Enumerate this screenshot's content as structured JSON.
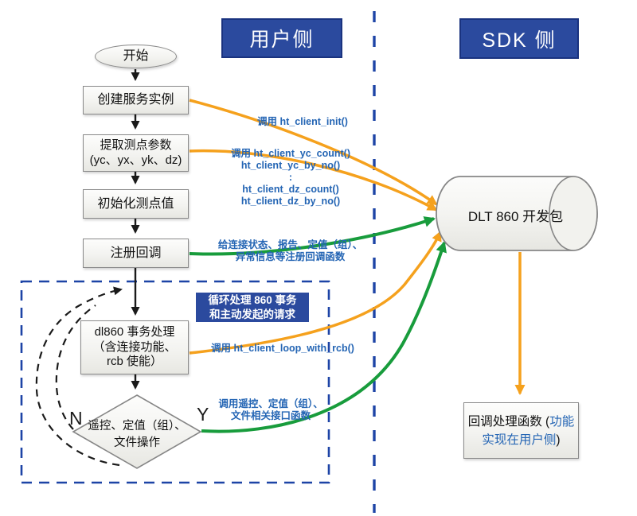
{
  "headers": {
    "user_side": "用户侧",
    "sdk_side": "SDK 侧"
  },
  "flow": {
    "start": "开始",
    "step1": "创建服务实例",
    "step2_line1": "提取测点参数",
    "step2_line2": "(yc、yx、yk、dz)",
    "step3": "初始化测点值",
    "step4": "注册回调",
    "step5_line1": "dl860 事务处理",
    "step5_line2": "（含连接功能、",
    "step5_line3": "rcb 使能）",
    "decision_line1": "遥控、定值（组）、",
    "decision_line2": "文件操作",
    "decision_no": "N",
    "decision_yes": "Y"
  },
  "sdk": {
    "cylinder_label": "DLT 860 开发包",
    "callback_prefix": "回调处理函数 (",
    "callback_blue": "功能实现在用户侧",
    "callback_suffix": ")"
  },
  "labels": {
    "call_init": "调用 ht_client_init()",
    "call_count_line1": "调用 ht_client_yc_count()",
    "call_count_line2": "ht_client_yc_by_no()",
    "call_count_dots": ":",
    "call_count_line3": "ht_client_dz_count()",
    "call_count_line4": "ht_client_dz_by_no()",
    "register_line1": "给连接状态、报告、定值（组）、",
    "register_line2": "异常信息等注册回调函数",
    "loop_line1": "循环处理 860 事务",
    "loop_line2": "和主动发起的请求",
    "call_loop": "调用 ht_client_loop_with_rcb()",
    "call_ctl_line1": "调用遥控、定值（组）、",
    "call_ctl_line2": "文件相关接口函数"
  },
  "colors": {
    "header_blue": "#2B4A9E",
    "header_border": "#1A337F",
    "dash_blue": "#1D44A6",
    "label_blue": "#2465B4",
    "orange": "#F5A11D",
    "green": "#189C3C",
    "box_border": "#8a8a8a"
  }
}
